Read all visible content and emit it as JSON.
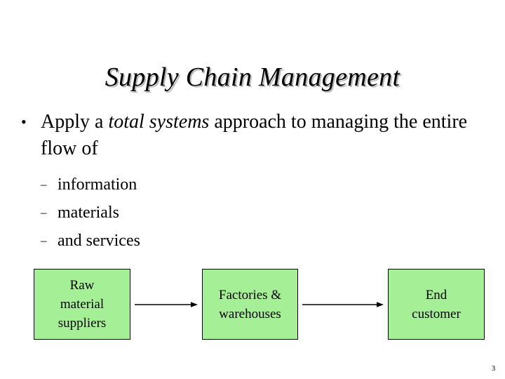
{
  "slide": {
    "title": "Supply Chain Management",
    "page_number": "3",
    "background_color": "#ffffff",
    "text_color": "#000000",
    "title_shadow_color": "#b8b8b8"
  },
  "body": {
    "bullet_marker": "•",
    "sub_marker": "–",
    "main_bullet": {
      "text_before": "Apply a ",
      "emphasis": "total systems",
      "text_after": " approach to managing the entire flow of"
    },
    "sub_bullets": [
      {
        "label": "information"
      },
      {
        "label": "materials"
      },
      {
        "label": "and services"
      }
    ]
  },
  "diagram": {
    "fill_color": "#a5f096",
    "border_color": "#000000",
    "boxes": [
      {
        "name": "raw-material-suppliers",
        "lines": [
          "Raw",
          "material",
          "suppliers"
        ]
      },
      {
        "name": "factories-warehouses",
        "lines": [
          "Factories &",
          "warehouses"
        ]
      },
      {
        "name": "end-customer",
        "lines": [
          "End",
          "customer"
        ]
      }
    ],
    "arrows": [
      {
        "name": "arrow-raw-to-factories",
        "direction": "right"
      },
      {
        "name": "arrow-factories-to-end",
        "direction": "right"
      }
    ]
  }
}
